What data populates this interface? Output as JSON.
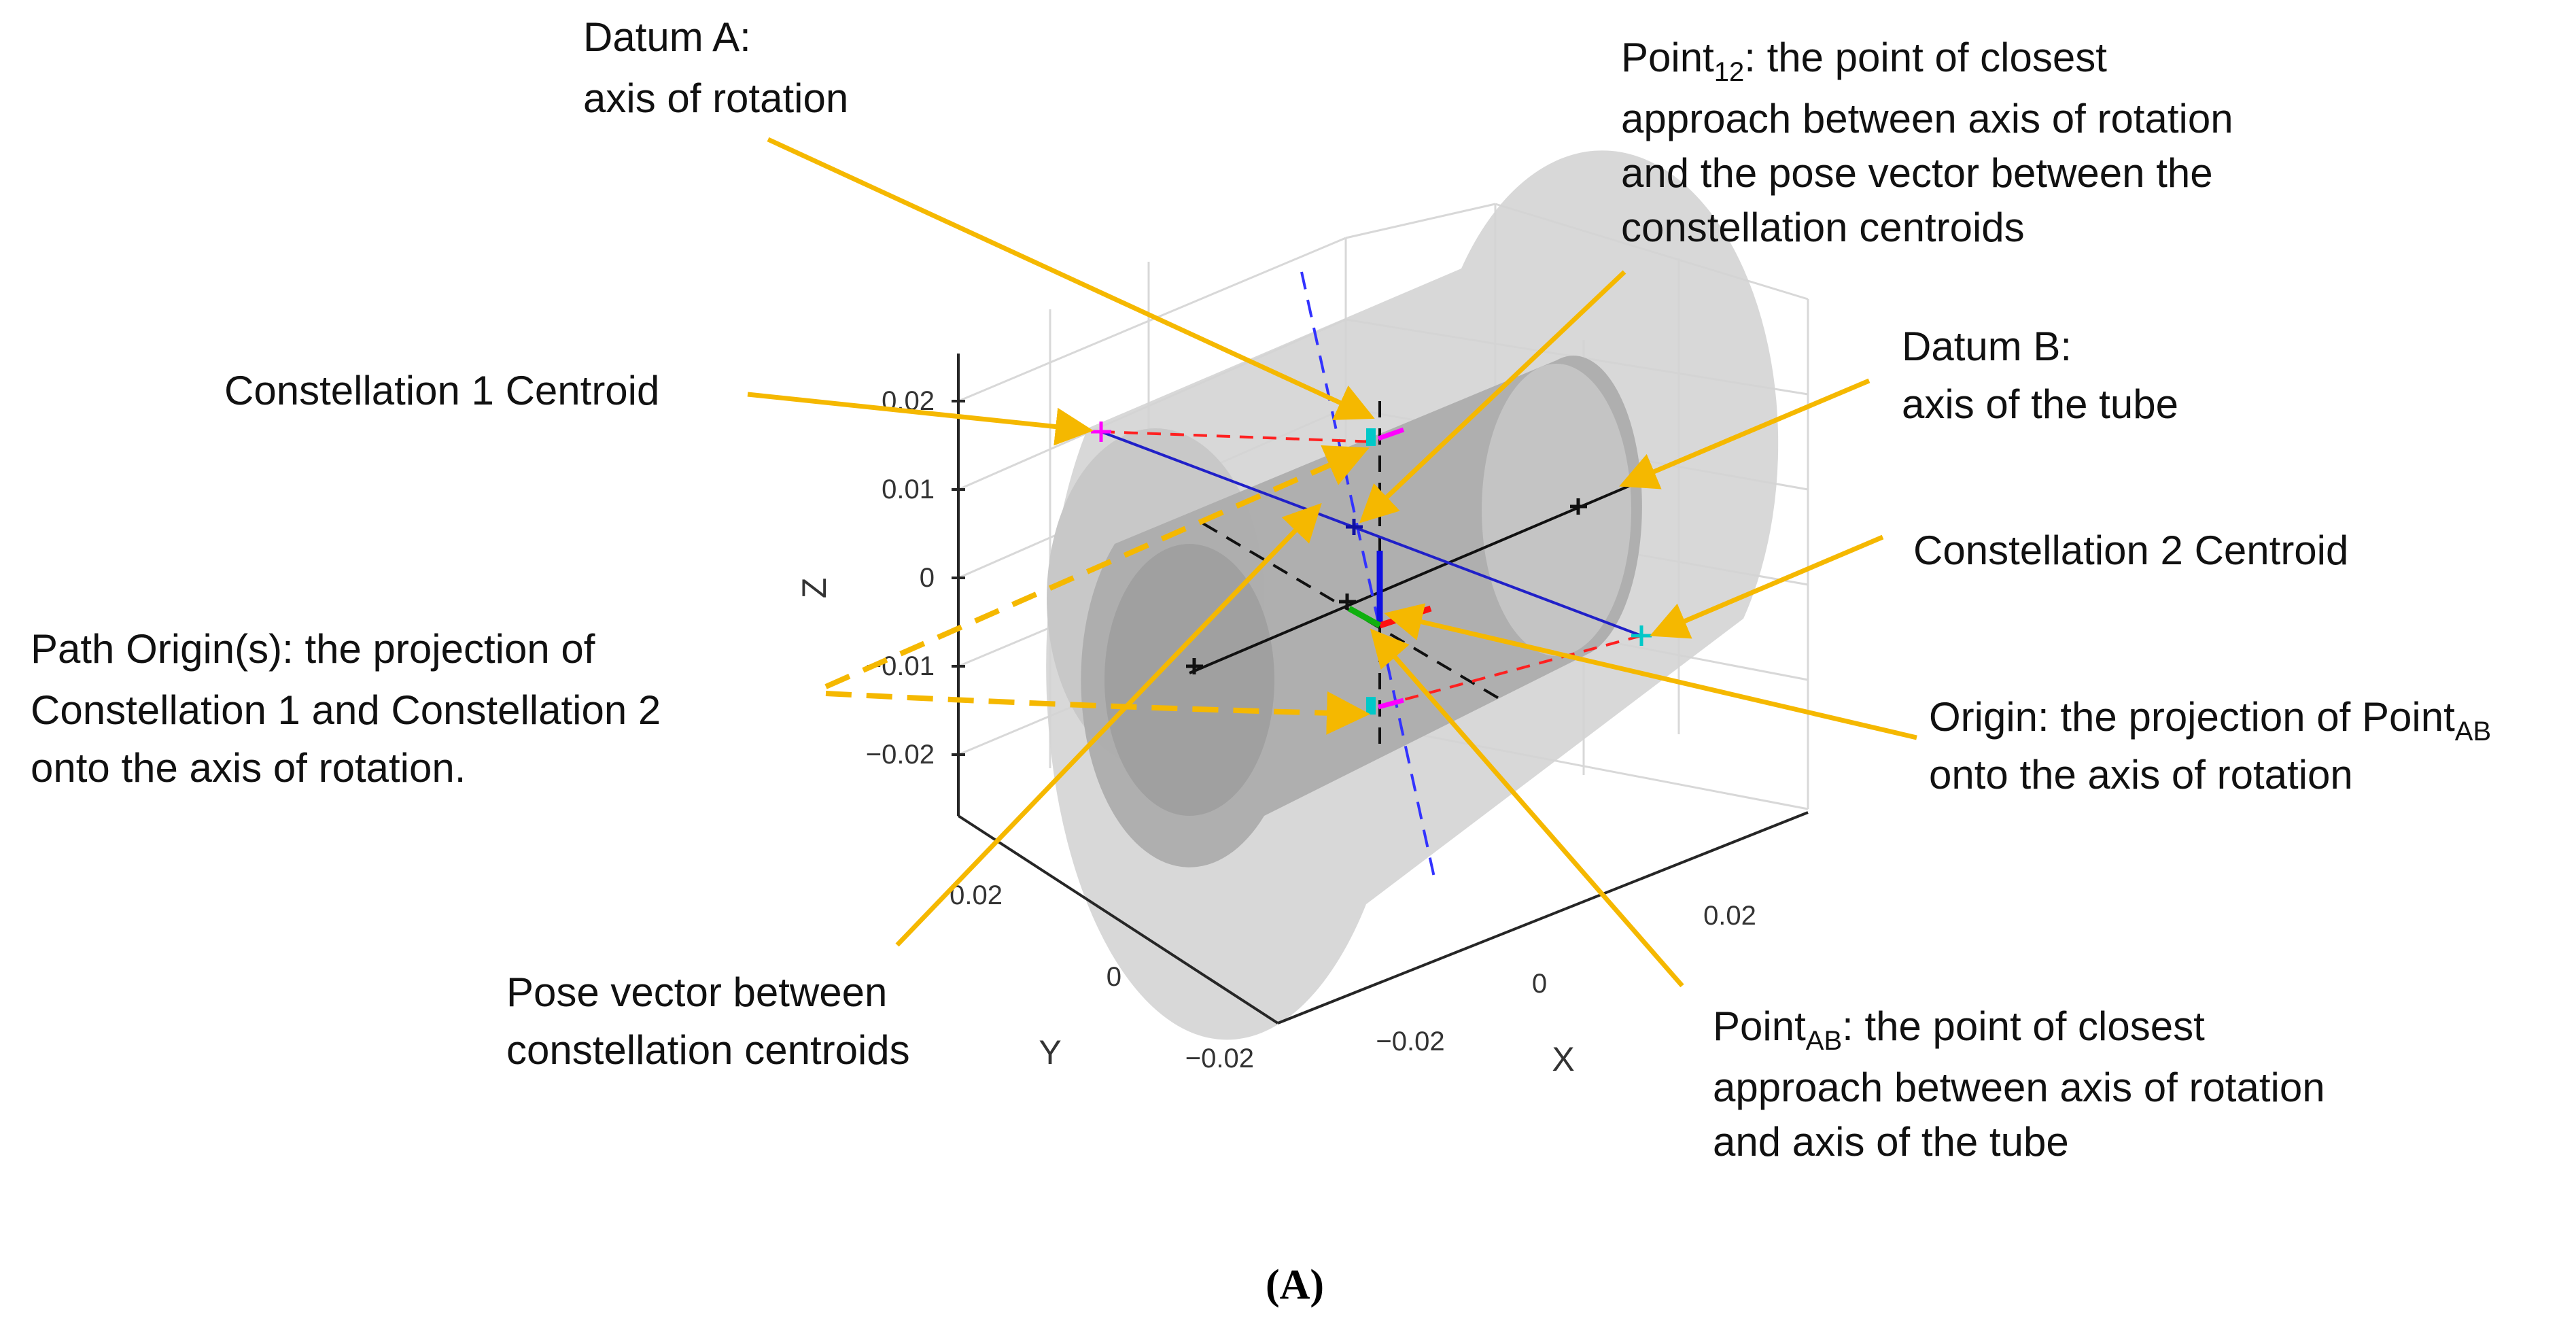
{
  "annotations": {
    "datum_a": {
      "line1": "Datum A:",
      "line2": "axis of rotation"
    },
    "point12": {
      "main": "Point",
      "sub": "12",
      "line1_rest": ": the point of closest",
      "line2": "approach between axis of rotation",
      "line3": "and the pose vector between the",
      "line4": "constellation centroids"
    },
    "datum_b": {
      "line1": "Datum B:",
      "line2": "axis of the tube"
    },
    "constellation1": "Constellation 1 Centroid",
    "constellation2": "Constellation 2 Centroid",
    "path_origin": {
      "line1": "Path Origin(s): the projection of",
      "line2": "Constellation 1 and Constellation 2",
      "line3": "onto the axis of rotation."
    },
    "origin": {
      "line1_a": "Origin: the projection of Point",
      "line1_sub": "AB",
      "line2": "onto the axis of rotation"
    },
    "pose_vector": {
      "line1": "Pose vector between",
      "line2": "constellation centroids"
    },
    "pointab": {
      "main": "Point",
      "sub": "AB",
      "line1_rest": ": the point of closest",
      "line2": "approach between axis of rotation",
      "line3": "and axis of the tube"
    }
  },
  "axes": {
    "z_label": "Z",
    "y_label": "Y",
    "x_label": "X",
    "z_ticks": [
      "0.02",
      "0.01",
      "0",
      "−0.01",
      "−0.02"
    ],
    "y_ticks": [
      "0.02",
      "0",
      "−0.02"
    ],
    "x_ticks": [
      "−0.02",
      "0",
      "0.02"
    ]
  },
  "panel_label": "(A)",
  "colors": {
    "annotation_arrow": "#F5B800",
    "axis_of_rotation": "#3333FF",
    "pose_vector": "#2020C8",
    "projection_lines": "#FF2020",
    "constellation1_marker": "#FF00FF",
    "constellation2_marker": "#00C8C8",
    "tube_outer": "#D4D4D4",
    "tube_inner": "#A8A8A8"
  }
}
